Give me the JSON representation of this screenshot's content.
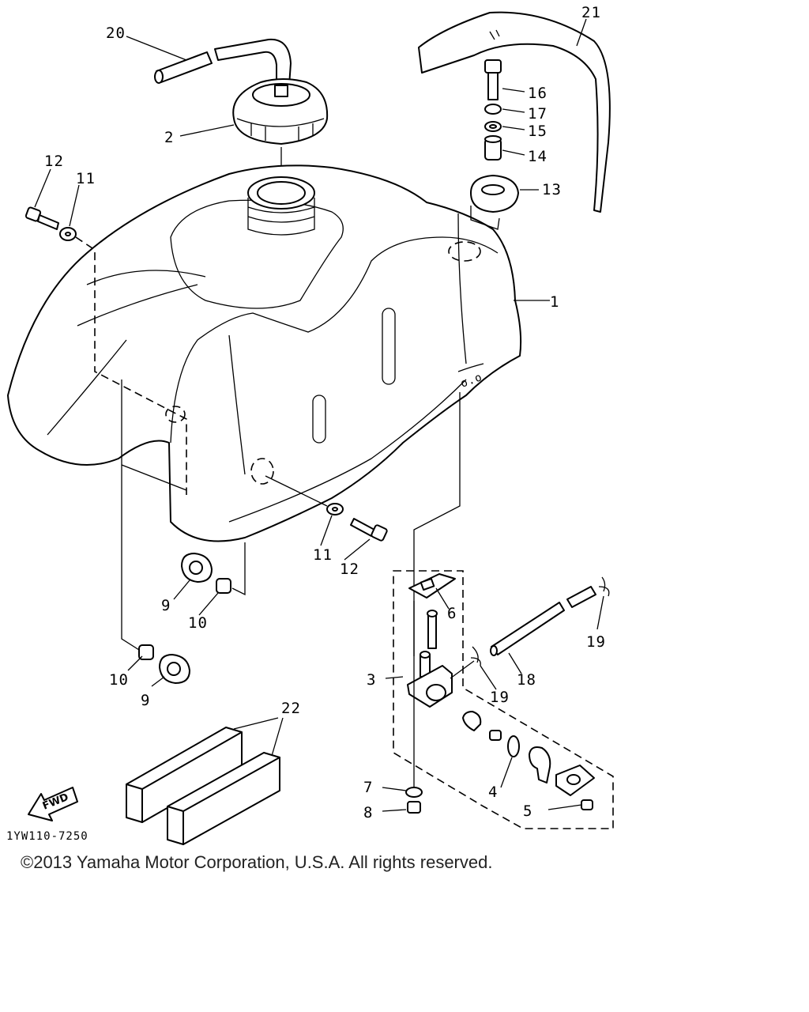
{
  "diagram": {
    "callouts": [
      {
        "id": "c1",
        "label": "1"
      },
      {
        "id": "c2",
        "label": "2"
      },
      {
        "id": "c3",
        "label": "3"
      },
      {
        "id": "c4",
        "label": "4"
      },
      {
        "id": "c5",
        "label": "5"
      },
      {
        "id": "c6",
        "label": "6"
      },
      {
        "id": "c7",
        "label": "7"
      },
      {
        "id": "c8",
        "label": "8"
      },
      {
        "id": "c9a",
        "label": "9"
      },
      {
        "id": "c9b",
        "label": "9"
      },
      {
        "id": "c10a",
        "label": "10"
      },
      {
        "id": "c10b",
        "label": "10"
      },
      {
        "id": "c11a",
        "label": "11"
      },
      {
        "id": "c11b",
        "label": "11"
      },
      {
        "id": "c12a",
        "label": "12"
      },
      {
        "id": "c12b",
        "label": "12"
      },
      {
        "id": "c13",
        "label": "13"
      },
      {
        "id": "c14",
        "label": "14"
      },
      {
        "id": "c15",
        "label": "15"
      },
      {
        "id": "c16",
        "label": "16"
      },
      {
        "id": "c17",
        "label": "17"
      },
      {
        "id": "c18",
        "label": "18"
      },
      {
        "id": "c19a",
        "label": "19"
      },
      {
        "id": "c19b",
        "label": "19"
      },
      {
        "id": "c20",
        "label": "20"
      },
      {
        "id": "c21",
        "label": "21"
      },
      {
        "id": "c22",
        "label": "22"
      }
    ],
    "fwd_label": "FWD",
    "drawing_code": "1YW110-7250"
  },
  "footer": {
    "copyright": "©2013 Yamaha Motor Corporation, U.S.A. All rights reserved."
  }
}
